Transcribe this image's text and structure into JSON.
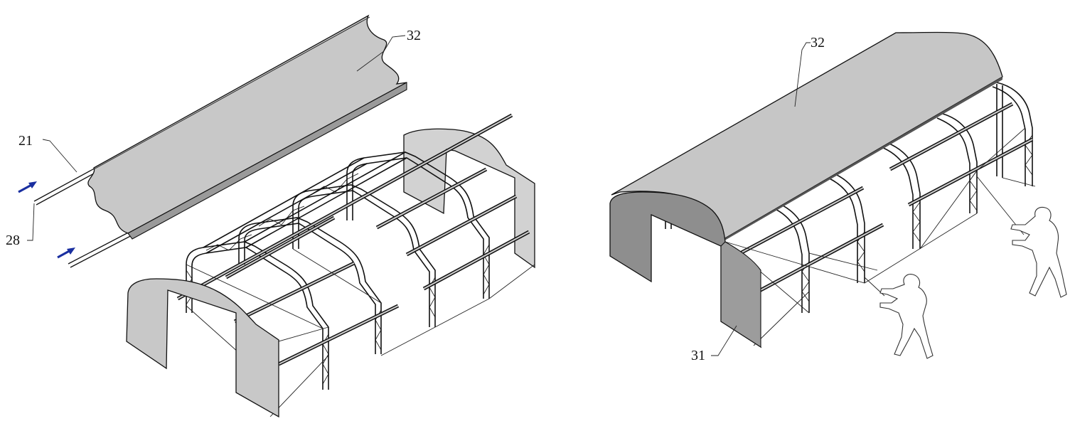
{
  "labels": {
    "left_cover": "32",
    "left_rod": "21",
    "left_sleeve": "28",
    "right_cover": "32",
    "right_end_wall": "31"
  },
  "colors": {
    "cover_light": "#c8c8c8",
    "cover_mid": "#d2d2d2",
    "cover_dark": "#8e8e8e",
    "arrow": "#1a2fa0",
    "line": "#111111"
  }
}
